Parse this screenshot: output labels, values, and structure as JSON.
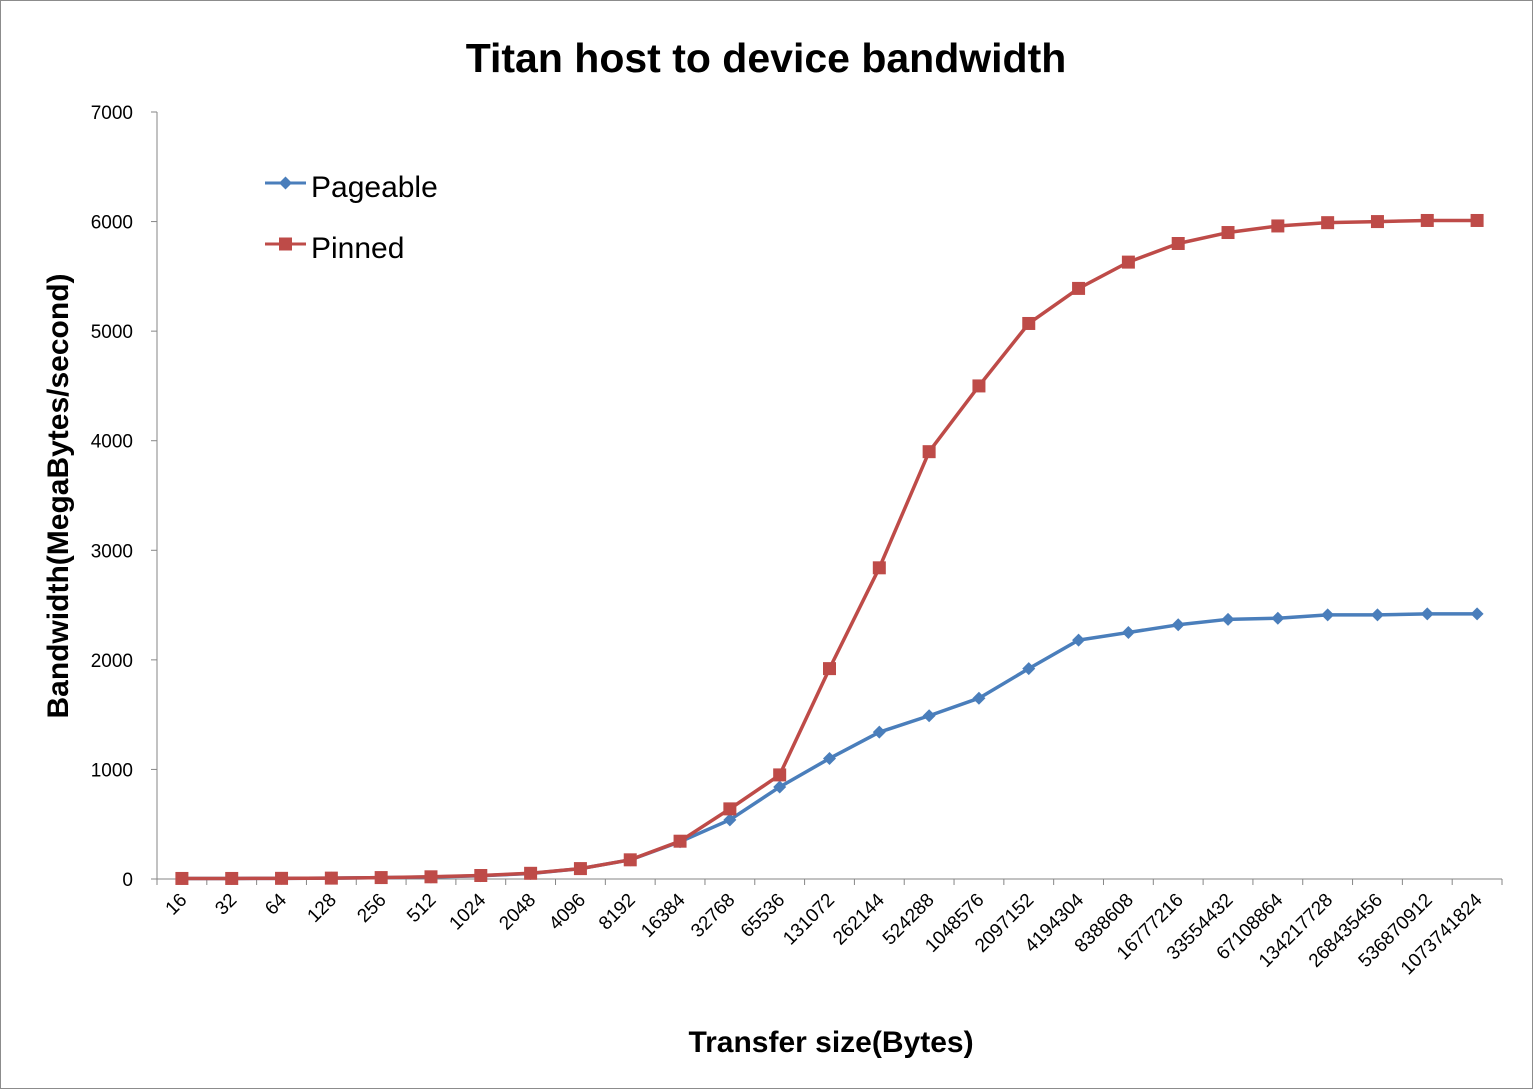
{
  "chart_data": {
    "type": "line",
    "title": "Titan host to device bandwidth",
    "xlabel": "Transfer size(Bytes)",
    "ylabel": "Bandwidth(MegaBytes/second)",
    "ylim": [
      0,
      7000
    ],
    "yticks": [
      0,
      1000,
      2000,
      3000,
      4000,
      5000,
      6000,
      7000
    ],
    "grid": false,
    "legend": "top-left",
    "categories": [
      "16",
      "32",
      "64",
      "128",
      "256",
      "512",
      "1024",
      "2048",
      "4096",
      "8192",
      "16384",
      "32768",
      "65536",
      "131072",
      "262144",
      "524288",
      "1048576",
      "2097152",
      "4194304",
      "8388608",
      "16777216",
      "33554432",
      "67108864",
      "134217728",
      "268435456",
      "536870912",
      "1073741824"
    ],
    "series": [
      {
        "name": "Pageable",
        "color": "#4a7ebb",
        "marker": "diamond",
        "values": [
          5,
          5,
          6,
          8,
          12,
          18,
          30,
          50,
          95,
          175,
          340,
          540,
          840,
          1100,
          1340,
          1490,
          1650,
          1920,
          2180,
          2250,
          2320,
          2370,
          2380,
          2410,
          2410,
          2420,
          2420
        ]
      },
      {
        "name": "Pinned",
        "color": "#be4b48",
        "marker": "square",
        "values": [
          5,
          5,
          6,
          8,
          13,
          20,
          32,
          52,
          95,
          175,
          345,
          640,
          950,
          1920,
          2840,
          3900,
          4500,
          5070,
          5390,
          5630,
          5800,
          5900,
          5960,
          5990,
          6000,
          6010,
          6010
        ]
      }
    ]
  }
}
